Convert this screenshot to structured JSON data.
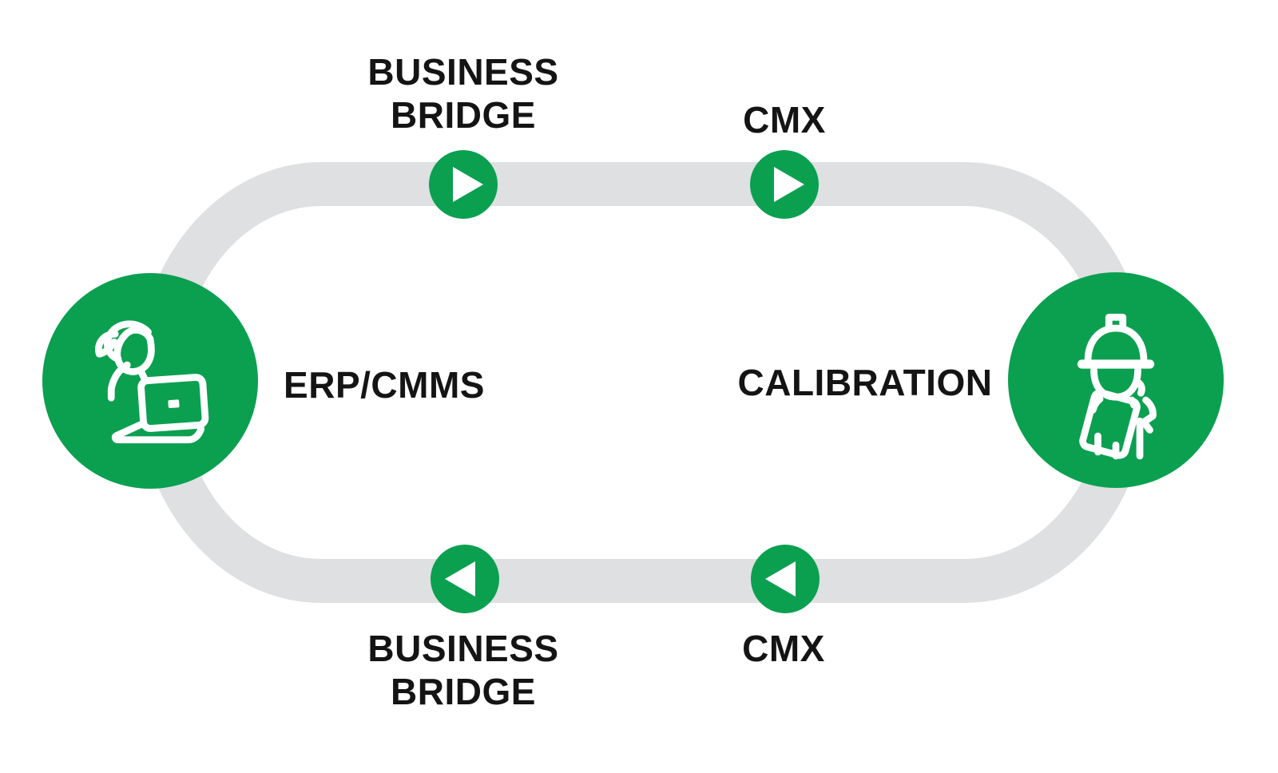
{
  "colors": {
    "accent_green": "#0aa050",
    "track_gray": "#dee0e1",
    "text": "#141414",
    "icon_white": "#ffffff"
  },
  "loop": {
    "left_node": {
      "label": "ERP/CMMS",
      "icon": "operator-with-laptop-icon"
    },
    "right_node": {
      "label": "CALIBRATION",
      "icon": "engineer-with-tablet-icon"
    },
    "top_path": {
      "direction": "left-to-right",
      "steps": [
        {
          "label_lines": [
            "BUSINESS",
            "BRIDGE"
          ],
          "icon": "arrow-right-icon"
        },
        {
          "label_lines": [
            "CMX"
          ],
          "icon": "arrow-right-icon"
        }
      ]
    },
    "bottom_path": {
      "direction": "right-to-left",
      "steps": [
        {
          "label_lines": [
            "BUSINESS",
            "BRIDGE"
          ],
          "icon": "arrow-left-icon"
        },
        {
          "label_lines": [
            "CMX"
          ],
          "icon": "arrow-left-icon"
        }
      ]
    }
  }
}
